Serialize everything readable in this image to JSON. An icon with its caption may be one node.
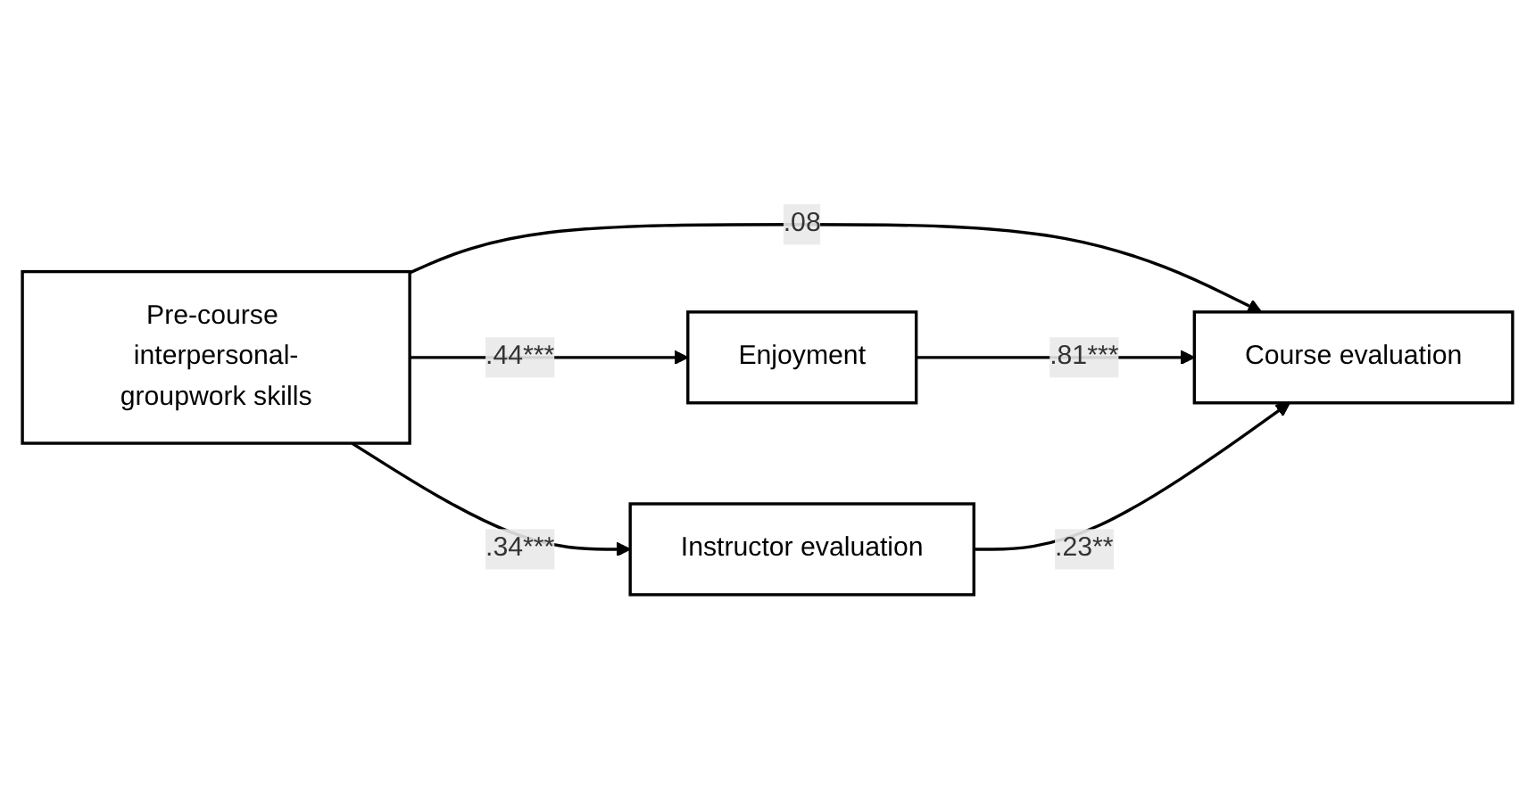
{
  "diagram": {
    "nodes": [
      {
        "text": [
          "Pre-course interpersonal-groupwork skills"
        ]
      },
      {
        "text": [
          "Enjoyment"
        ]
      },
      {
        "text": [
          "Instructor evaluation"
        ]
      },
      {
        "text": [
          "Course evaluation"
        ]
      }
    ],
    "edges": [
      {
        "from": 0,
        "to": 1,
        "arrow": "to",
        "label": ".44***"
      },
      {
        "from": 0,
        "to": 3,
        "arrow": "to",
        "label": ".08"
      },
      {
        "from": 0,
        "to": 2,
        "arrow": "to",
        "label": ".34***"
      },
      {
        "from": 1,
        "to": 3,
        "arrow": "to",
        "label": ".81***"
      },
      {
        "from": 2,
        "to": 3,
        "arrow": "to",
        "label": ".23**"
      }
    ]
  }
}
